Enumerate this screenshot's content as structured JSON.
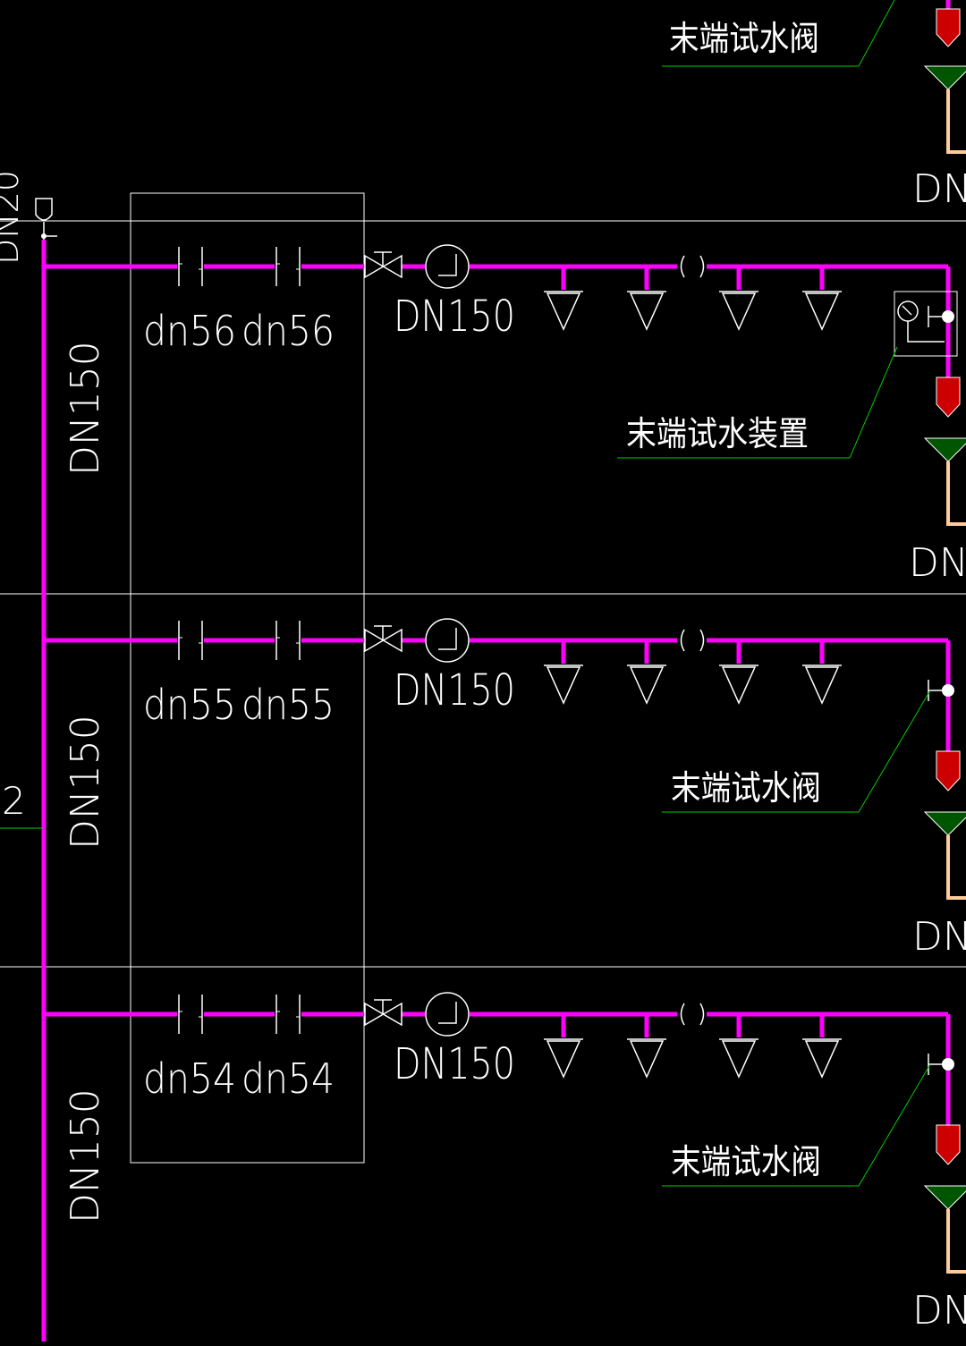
{
  "riser": {
    "top_label": "DN20",
    "side_label": "2"
  },
  "floors": [
    {
      "riser_size": "DN150",
      "fitting_labels": [
        "dn56",
        "dn56"
      ],
      "branch_size": "DN150",
      "end_label": "末端试水装置",
      "end_size": "DN"
    },
    {
      "riser_size": "DN150",
      "fitting_labels": [
        "dn55",
        "dn55"
      ],
      "branch_size": "DN150",
      "end_label": "末端试水阀",
      "end_size": "DN"
    },
    {
      "riser_size": "DN150",
      "fitting_labels": [
        "dn54",
        "dn54"
      ],
      "branch_size": "DN150",
      "end_label": "末端试水阀",
      "end_size": "DN"
    }
  ],
  "top_partial": {
    "end_label": "末端试水阀",
    "end_size": "DN"
  },
  "colors": {
    "pipe": "#ff00ff",
    "drain": "#ffcc99",
    "line": "#ffffff",
    "leader": "#00cc00",
    "valve_fill": "#cc0000",
    "trap": "#005500"
  },
  "icons": [
    "flange-icon",
    "gate-valve-icon",
    "flow-switch-icon",
    "sprinkler-icon",
    "pressure-gauge-icon",
    "test-valve-icon"
  ]
}
